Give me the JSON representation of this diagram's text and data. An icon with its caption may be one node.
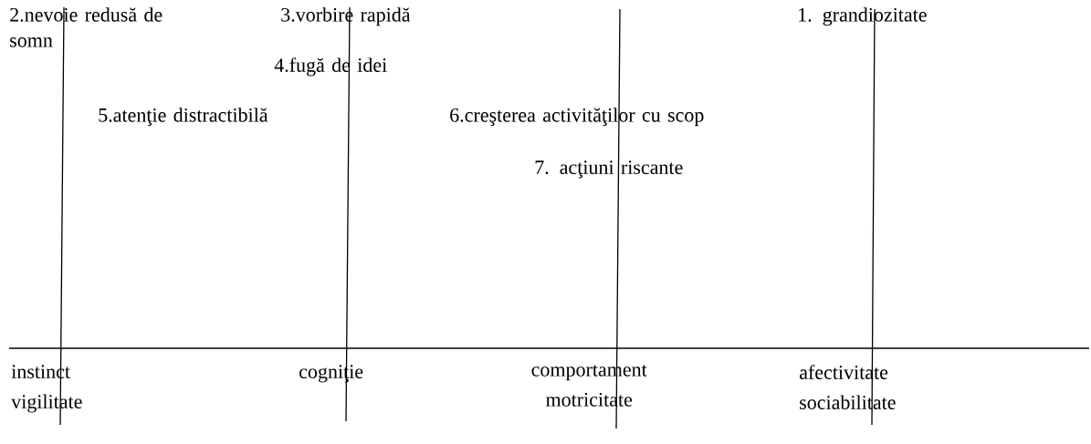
{
  "diagram": {
    "labels": [
      "2.nevoie redusă de somn",
      "3.vorbire rapidă",
      "1. grandiozitate",
      "4.fugă de idei",
      "5.atenţie distractibilă",
      "6.creşterea activităţilor cu scop",
      "7. acţiuni riscante",
      "instinct vigilitate",
      "cogniţie",
      "comportament motricitate",
      "afectivitate sociabilitate"
    ]
  }
}
